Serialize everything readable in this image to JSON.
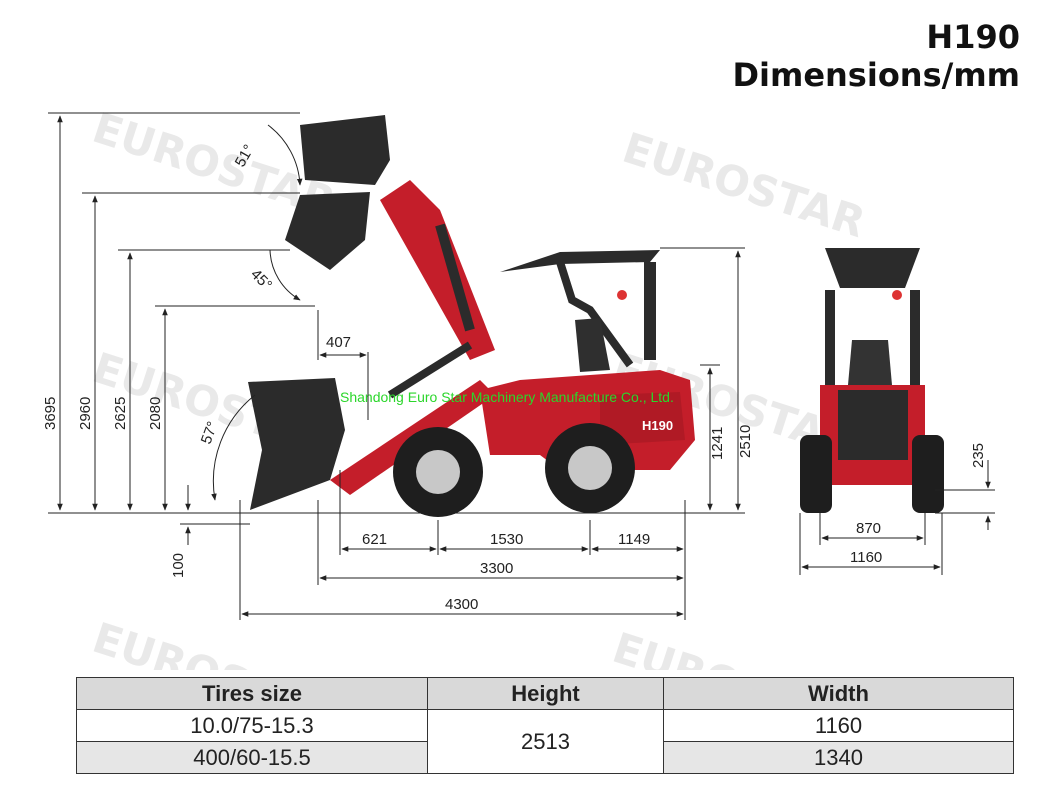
{
  "header": {
    "model": "H190",
    "subtitle": "Dimensions/mm"
  },
  "watermark": "EUROSTAR",
  "company": "Shandong Euro Star Machinery Manufacture Co., Ltd.",
  "machine": {
    "cab_badge": "H190"
  },
  "side_view": {
    "heights": [
      "3695",
      "2960",
      "2625",
      "2080",
      "1241",
      "2510",
      "100"
    ],
    "angles": [
      "51°",
      "45°",
      "57°"
    ],
    "reach": "407",
    "lengths": [
      "621",
      "1530",
      "1149",
      "3300",
      "4300"
    ]
  },
  "front_view": {
    "clearance": "235",
    "track": "870",
    "width": "1160"
  },
  "colors": {
    "body_red": "#c41e2a",
    "dark": "#2b2b2b",
    "tire": "#1e1e1e",
    "rim": "#c8c8c8",
    "line": "#222222"
  },
  "table": {
    "headers": [
      "Tires size",
      "Height",
      "Width"
    ],
    "rows": [
      {
        "tire": "10.0/75-15.3",
        "height": "2513",
        "width": "1160"
      },
      {
        "tire": "400/60-15.5",
        "width": "1340"
      }
    ]
  }
}
